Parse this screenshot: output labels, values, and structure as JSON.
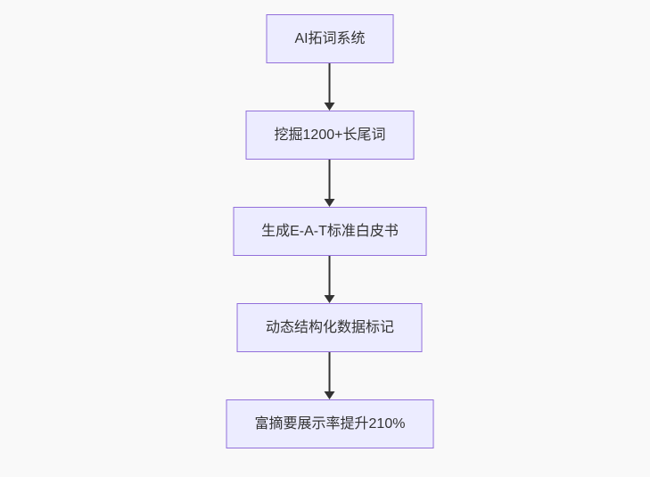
{
  "colors": {
    "page-bg": "#f9f9f9",
    "node-fill": "#ECECFF",
    "node-border": "#9370DB",
    "node-text": "#333333",
    "arrow": "#333333"
  },
  "flowchart": {
    "type": "flowchart",
    "direction": "top-down",
    "nodes": [
      {
        "label": "AI拓词系统"
      },
      {
        "label": "挖掘1200+长尾词"
      },
      {
        "label": "生成E-A-T标准白皮书"
      },
      {
        "label": "动态结构化数据标记"
      },
      {
        "label": "富摘要展示率提升210%"
      }
    ],
    "edges": [
      {
        "from": 0,
        "to": 1,
        "style": "arrow-down"
      },
      {
        "from": 1,
        "to": 2,
        "style": "arrow-down"
      },
      {
        "from": 2,
        "to": 3,
        "style": "arrow-down"
      },
      {
        "from": 3,
        "to": 4,
        "style": "arrow-down"
      }
    ]
  }
}
